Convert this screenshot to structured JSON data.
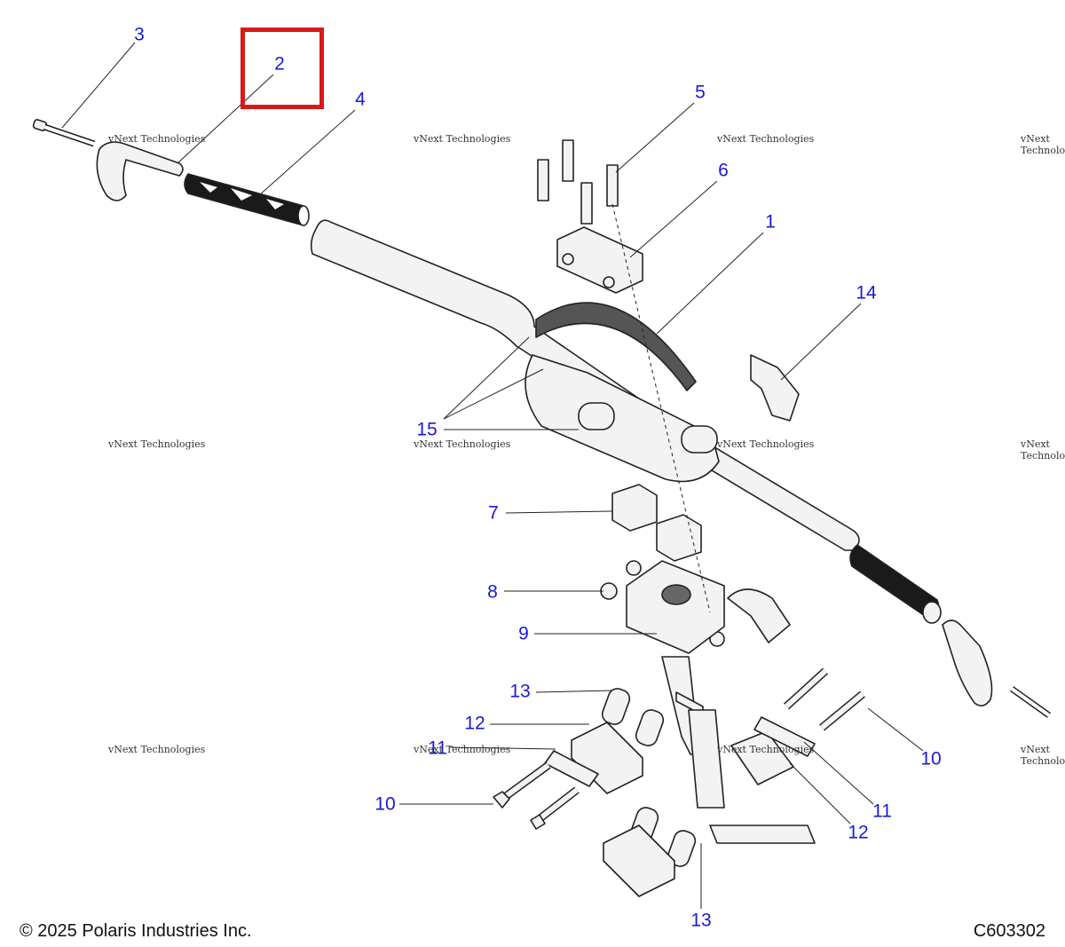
{
  "callouts": [
    {
      "id": "c3",
      "label": "3"
    },
    {
      "id": "c2",
      "label": "2"
    },
    {
      "id": "c4",
      "label": "4"
    },
    {
      "id": "c5",
      "label": "5"
    },
    {
      "id": "c6",
      "label": "6"
    },
    {
      "id": "c1",
      "label": "1"
    },
    {
      "id": "c14",
      "label": "14"
    },
    {
      "id": "c15",
      "label": "15"
    },
    {
      "id": "c7",
      "label": "7"
    },
    {
      "id": "c8",
      "label": "8"
    },
    {
      "id": "c9",
      "label": "9"
    },
    {
      "id": "c13a",
      "label": "13"
    },
    {
      "id": "c12a",
      "label": "12"
    },
    {
      "id": "c11a",
      "label": "11"
    },
    {
      "id": "c10a",
      "label": "10"
    },
    {
      "id": "c10b",
      "label": "10"
    },
    {
      "id": "c11b",
      "label": "11"
    },
    {
      "id": "c12b",
      "label": "12"
    },
    {
      "id": "c13b",
      "label": "13"
    }
  ],
  "watermark": {
    "line1": "vNext Technologies",
    "line2": "vNext Technologies"
  },
  "footer": {
    "copyright": "© 2025 Polaris Industries Inc.",
    "code": "C603302"
  },
  "colors": {
    "callout": "#1a1ad6",
    "highlight": "#d61a1a",
    "part_fill": "#f2f2f2",
    "part_stroke": "#222222"
  }
}
